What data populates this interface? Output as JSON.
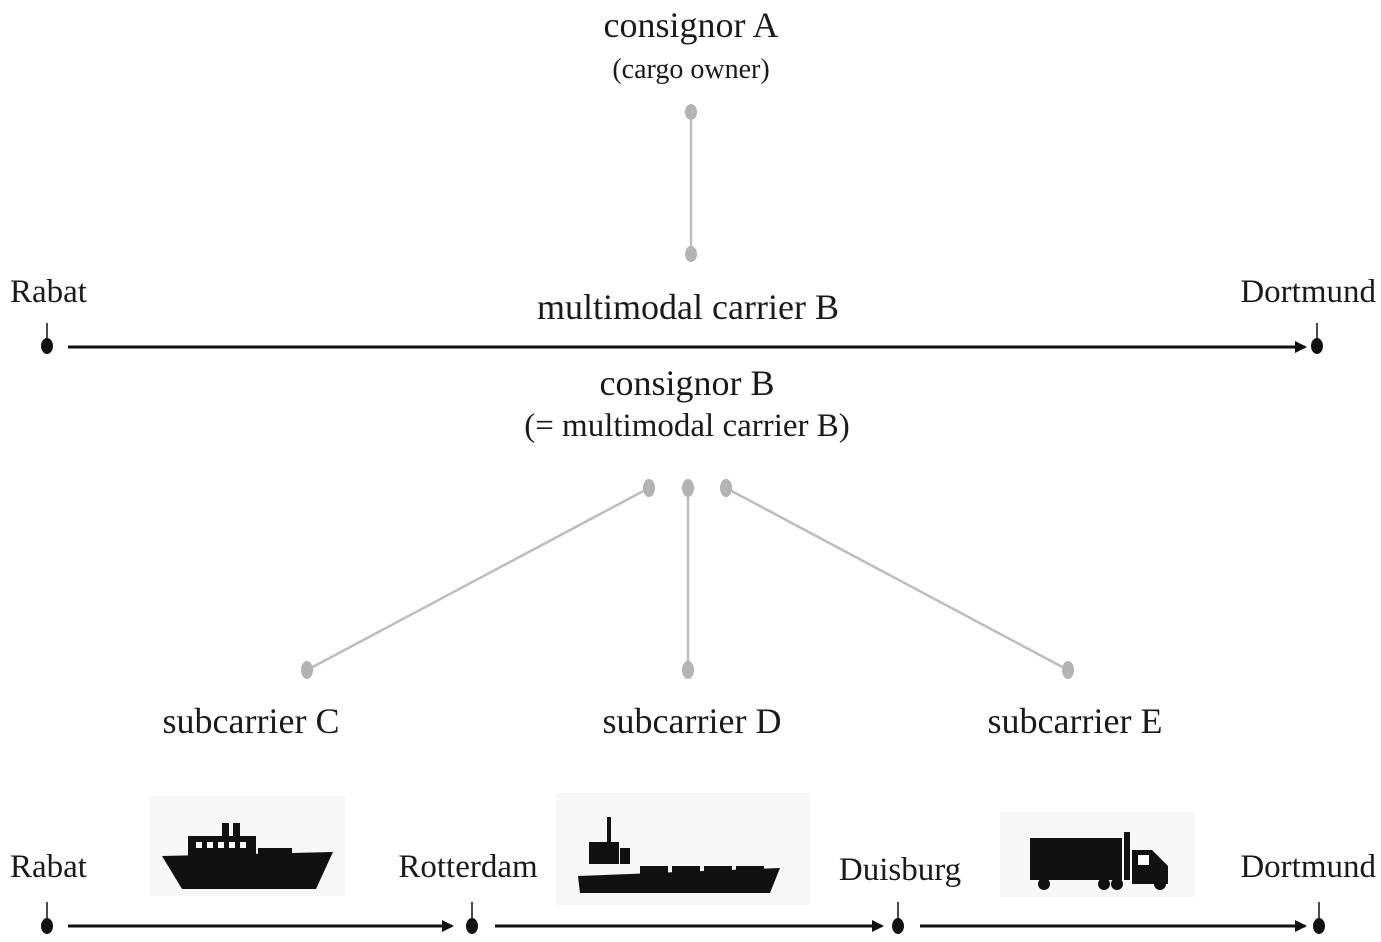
{
  "top": {
    "consignor_a": "consignor A",
    "consignor_a_note": "(cargo owner)",
    "multimodal_carrier": "multimodal carrier B",
    "consignor_b": "consignor B",
    "consignor_b_note": "(= multimodal carrier B)"
  },
  "route_top": {
    "start": "Rabat",
    "end": "Dortmund"
  },
  "subcarriers": [
    "subcarrier C",
    "subcarrier D",
    "subcarrier E"
  ],
  "route_bottom": {
    "stops": [
      "Rabat",
      "Rotterdam",
      "Duisburg",
      "Dortmund"
    ]
  },
  "transport_icons": [
    "ship-icon",
    "barge-icon",
    "truck-icon"
  ],
  "colors": {
    "connector": "#bdbdbd",
    "route": "#111111"
  }
}
